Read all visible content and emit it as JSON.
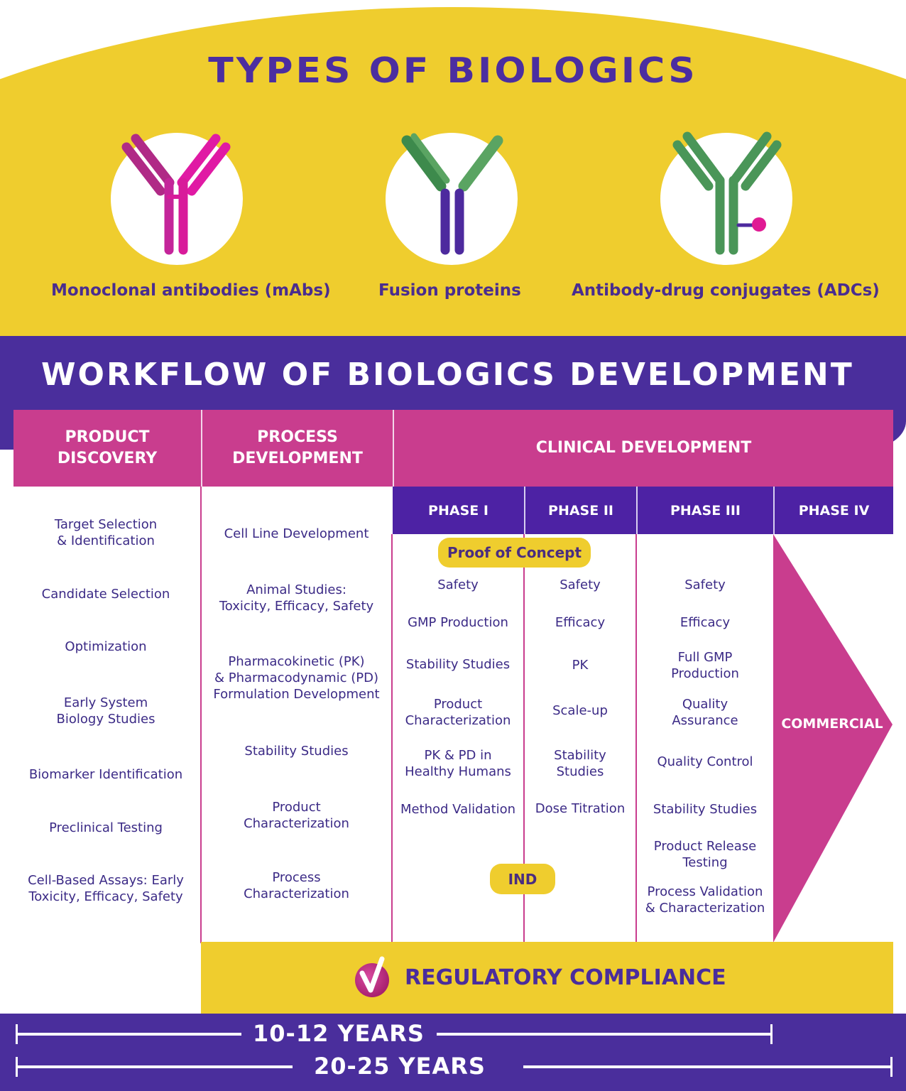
{
  "types_section": {
    "title": "TYPES OF BIOLOGICS",
    "biologics": [
      {
        "label": "Monoclonal antibodies (mAbs)",
        "icon": "antibody-icon",
        "color": "#d81b9a"
      },
      {
        "label": "Fusion proteins",
        "icon": "fusion-protein-icon",
        "color": "#4f9a5a"
      },
      {
        "label": "Antibody-drug conjugates (ADCs)",
        "icon": "adc-icon",
        "color": "#4f9a5a"
      }
    ]
  },
  "workflow": {
    "title": "WORKFLOW OF BIOLOGICS DEVELOPMENT",
    "stages": [
      {
        "label": "PRODUCT\nDISCOVERY",
        "items": [
          "Target Selection\n& Identification",
          "Candidate Selection",
          "Optimization",
          "Early System\nBiology Studies",
          "Biomarker Identification",
          "Preclinical Testing",
          "Cell-Based Assays: Early\nToxicity, Efficacy, Safety"
        ]
      },
      {
        "label": "PROCESS\nDEVELOPMENT",
        "items": [
          "Cell Line Development",
          "Animal Studies:\nToxicity, Efficacy, Safety",
          "Pharmacokinetic (PK)\n& Pharmacodynamic (PD)\nFormulation Development",
          "Stability Studies",
          "Product\nCharacterization",
          "Process\nCharacterization"
        ]
      },
      {
        "label": "CLINICAL DEVELOPMENT"
      }
    ],
    "phases": [
      {
        "label": "PHASE I",
        "items": [
          "Safety",
          "GMP Production",
          "Stability Studies",
          "Product\nCharacterization",
          "PK & PD in\nHealthy Humans",
          "Method Validation"
        ]
      },
      {
        "label": "PHASE II",
        "items": [
          "Safety",
          "Efficacy",
          "PK",
          "Scale-up",
          "Stability\nStudies",
          "Dose Titration"
        ]
      },
      {
        "label": "PHASE III",
        "items": [
          "Safety",
          "Efficacy",
          "Full GMP\nProduction",
          "Quality\nAssurance",
          "Quality Control",
          "Stability Studies",
          "Product Release\nTesting",
          "Process Validation\n& Characterization"
        ]
      },
      {
        "label": "PHASE IV",
        "items": [
          "COMMERCIAL"
        ]
      }
    ],
    "milestones": {
      "proof_of_concept": "Proof of Concept",
      "ind": "IND"
    },
    "regulatory": {
      "label": "REGULATORY COMPLIANCE",
      "icon": "checkmark-icon"
    },
    "timelines": [
      {
        "label": "10-12 YEARS"
      },
      {
        "label": "20-25 YEARS"
      }
    ]
  },
  "colors": {
    "yellow": "#efcd2e",
    "purple": "#4a2e9c",
    "magenta": "#c93d8e",
    "phase_purple": "#4d22a4",
    "text": "#3b2a86"
  }
}
